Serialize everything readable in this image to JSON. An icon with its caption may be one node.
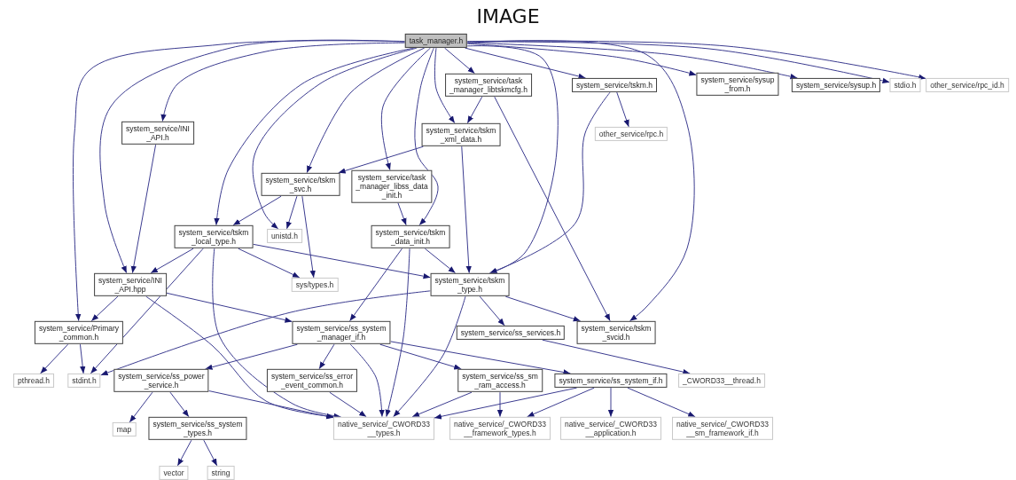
{
  "diagram": {
    "title": "IMAGE",
    "nodes": [
      {
        "text": [
          "task_manager.h"
        ]
      },
      {
        "text": [
          "system_service/task _manager_libtskmcfg.h"
        ]
      },
      {
        "text": [
          "system_service/tskm.h"
        ]
      },
      {
        "text": [
          "system_service/sysup _from.h"
        ]
      },
      {
        "text": [
          "system_service/sysup.h"
        ]
      },
      {
        "text": [
          "stdio.h"
        ]
      },
      {
        "text": [
          "other_service/rpc_id.h"
        ]
      },
      {
        "text": [
          "system_service/INI _API.h"
        ]
      },
      {
        "text": [
          "system_service/tskm _xml_data.h"
        ]
      },
      {
        "text": [
          "other_service/rpc.h"
        ]
      },
      {
        "text": [
          "system_service/tskm _svc.h"
        ]
      },
      {
        "text": [
          "system_service/task _manager_libss_data _init.h"
        ]
      },
      {
        "text": [
          "system_service/tskm _local_type.h"
        ]
      },
      {
        "text": [
          "unistd.h"
        ]
      },
      {
        "text": [
          "system_service/tskm _data_init.h"
        ]
      },
      {
        "text": [
          "system_service/INI _API.hpp"
        ]
      },
      {
        "text": [
          "sys/types.h"
        ]
      },
      {
        "text": [
          "system_service/tskm _type.h"
        ]
      },
      {
        "text": [
          "system_service/Primary _common.h"
        ]
      },
      {
        "text": [
          "system_service/ss_system _manager_if.h"
        ]
      },
      {
        "text": [
          "system_service/ss_services.h"
        ]
      },
      {
        "text": [
          "system_service/tskm _svcid.h"
        ]
      },
      {
        "text": [
          "pthread.h"
        ]
      },
      {
        "text": [
          "stdint.h"
        ]
      },
      {
        "text": [
          "system_service/ss_power _service.h"
        ]
      },
      {
        "text": [
          "system_service/ss_error _event_common.h"
        ]
      },
      {
        "text": [
          "system_service/ss_sm _ram_access.h"
        ]
      },
      {
        "text": [
          "system_service/ss_system_if.h"
        ]
      },
      {
        "text": [
          "_CWORD33__thread.h"
        ]
      },
      {
        "text": [
          "map"
        ]
      },
      {
        "text": [
          "system_service/ss_system _types.h"
        ]
      },
      {
        "text": [
          "native_service/_CWORD33 __types.h"
        ]
      },
      {
        "text": [
          "native_service/_CWORD33 __framework_types.h"
        ]
      },
      {
        "text": [
          "native_service/_CWORD33 __application.h"
        ]
      },
      {
        "text": [
          "native_service/_CWORD33 __sm_framework_if.h"
        ]
      },
      {
        "text": [
          "vector"
        ]
      },
      {
        "text": [
          "string"
        ]
      }
    ],
    "edges": [
      {
        "from": 0,
        "to": 18,
        "arrow": "to"
      },
      {
        "from": 0,
        "to": 15,
        "arrow": "to"
      },
      {
        "from": 0,
        "to": 7,
        "arrow": "to"
      },
      {
        "from": 0,
        "to": 12,
        "arrow": "to"
      },
      {
        "from": 0,
        "to": 10,
        "arrow": "to"
      },
      {
        "from": 0,
        "to": 13,
        "arrow": "to"
      },
      {
        "from": 0,
        "to": 11,
        "arrow": "to"
      },
      {
        "from": 0,
        "to": 14,
        "arrow": "to"
      },
      {
        "from": 0,
        "to": 8,
        "arrow": "to"
      },
      {
        "from": 0,
        "to": 1,
        "arrow": "to"
      },
      {
        "from": 0,
        "to": 17,
        "arrow": "to"
      },
      {
        "from": 0,
        "to": 2,
        "arrow": "to"
      },
      {
        "from": 0,
        "to": 21,
        "arrow": "to"
      },
      {
        "from": 0,
        "to": 3,
        "arrow": "to"
      },
      {
        "from": 0,
        "to": 4,
        "arrow": "to"
      },
      {
        "from": 0,
        "to": 5,
        "arrow": "to"
      },
      {
        "from": 0,
        "to": 6,
        "arrow": "to"
      },
      {
        "from": 1,
        "to": 8,
        "arrow": "to"
      },
      {
        "from": 1,
        "to": 21,
        "arrow": "to"
      },
      {
        "from": 2,
        "to": 9,
        "arrow": "to"
      },
      {
        "from": 2,
        "to": 17,
        "arrow": "to"
      },
      {
        "from": 7,
        "to": 15,
        "arrow": "to"
      },
      {
        "from": 8,
        "to": 10,
        "arrow": "to"
      },
      {
        "from": 8,
        "to": 17,
        "arrow": "to"
      },
      {
        "from": 10,
        "to": 12,
        "arrow": "to"
      },
      {
        "from": 10,
        "to": 13,
        "arrow": "to"
      },
      {
        "from": 10,
        "to": 16,
        "arrow": "to"
      },
      {
        "from": 11,
        "to": 14,
        "arrow": "to"
      },
      {
        "from": 12,
        "to": 15,
        "arrow": "to"
      },
      {
        "from": 12,
        "to": 23,
        "arrow": "to"
      },
      {
        "from": 12,
        "to": 31,
        "arrow": "to"
      },
      {
        "from": 12,
        "to": 16,
        "arrow": "to"
      },
      {
        "from": 12,
        "to": 17,
        "arrow": "to"
      },
      {
        "from": 14,
        "to": 17,
        "arrow": "to"
      },
      {
        "from": 14,
        "to": 19,
        "arrow": "to"
      },
      {
        "from": 14,
        "to": 31,
        "arrow": "to"
      },
      {
        "from": 15,
        "to": 18,
        "arrow": "to"
      },
      {
        "from": 15,
        "to": 19,
        "arrow": "to"
      },
      {
        "from": 15,
        "to": 31,
        "arrow": "to"
      },
      {
        "from": 17,
        "to": 23,
        "arrow": "to"
      },
      {
        "from": 17,
        "to": 20,
        "arrow": "to"
      },
      {
        "from": 17,
        "to": 21,
        "arrow": "to"
      },
      {
        "from": 17,
        "to": 31,
        "arrow": "to"
      },
      {
        "from": 18,
        "to": 22,
        "arrow": "to"
      },
      {
        "from": 18,
        "to": 23,
        "arrow": "to"
      },
      {
        "from": 19,
        "to": 24,
        "arrow": "to"
      },
      {
        "from": 19,
        "to": 25,
        "arrow": "to"
      },
      {
        "from": 19,
        "to": 31,
        "arrow": "to"
      },
      {
        "from": 19,
        "to": 26,
        "arrow": "to"
      },
      {
        "from": 19,
        "to": 27,
        "arrow": "to"
      },
      {
        "from": 20,
        "to": 28,
        "arrow": "to"
      },
      {
        "from": 24,
        "to": 29,
        "arrow": "to"
      },
      {
        "from": 24,
        "to": 30,
        "arrow": "to"
      },
      {
        "from": 24,
        "to": 31,
        "arrow": "to"
      },
      {
        "from": 25,
        "to": 31,
        "arrow": "to"
      },
      {
        "from": 26,
        "to": 31,
        "arrow": "to"
      },
      {
        "from": 26,
        "to": 32,
        "arrow": "to"
      },
      {
        "from": 27,
        "to": 31,
        "arrow": "to"
      },
      {
        "from": 27,
        "to": 32,
        "arrow": "to"
      },
      {
        "from": 27,
        "to": 33,
        "arrow": "to"
      },
      {
        "from": 27,
        "to": 34,
        "arrow": "to"
      },
      {
        "from": 30,
        "to": 35,
        "arrow": "to"
      },
      {
        "from": 30,
        "to": 36,
        "arrow": "to"
      }
    ]
  }
}
